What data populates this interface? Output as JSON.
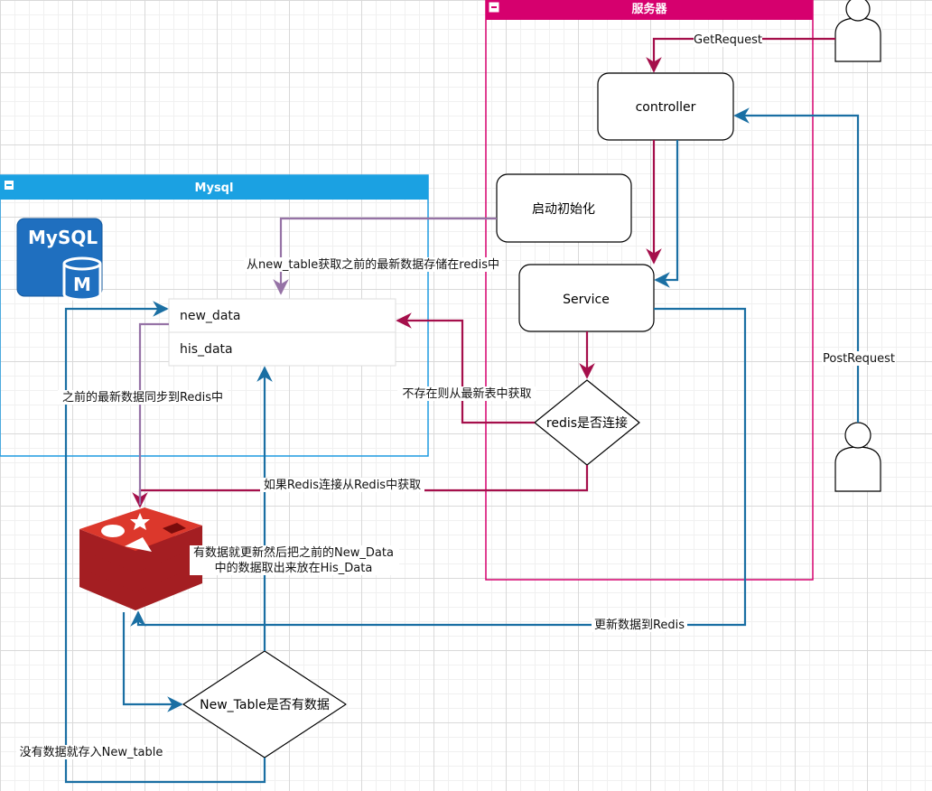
{
  "containers": {
    "server": {
      "title": "服务器",
      "color": "#d6006e"
    },
    "mysql": {
      "title": "Mysql",
      "color": "#1e9ae0"
    }
  },
  "nodes": {
    "controller": "controller",
    "service": "Service",
    "init": "启动初始化",
    "redis_connected": "redis是否连接",
    "new_table_has_data": "New_Table是否有数据"
  },
  "table": {
    "rows": [
      "new_data",
      "his_data"
    ]
  },
  "logos": {
    "mysql": "MySQL",
    "mysql_badge": "M"
  },
  "edge_labels": {
    "get_request": "GetRequest",
    "post_request": "PostRequest",
    "load_from_new_table": "从new_table获取之前的最新数据存储在redis中",
    "sync_to_redis": "之前的最新数据同步到Redis中",
    "fallback_new_table": "不存在则从最新表中获取",
    "read_from_redis": "如果Redis连接从Redis中获取",
    "update_line1": "有数据就更新然后把之前的New_Data",
    "update_line2": "中的数据取出来放在His_Data",
    "update_redis": "更新数据到Redis",
    "no_data_store": "没有数据就存入New_table"
  },
  "colors": {
    "crimson_edge": "#a50f4b",
    "blue_edge": "#1a6fa3",
    "purple_edge": "#9673a6",
    "redis_red": "#c42127"
  }
}
